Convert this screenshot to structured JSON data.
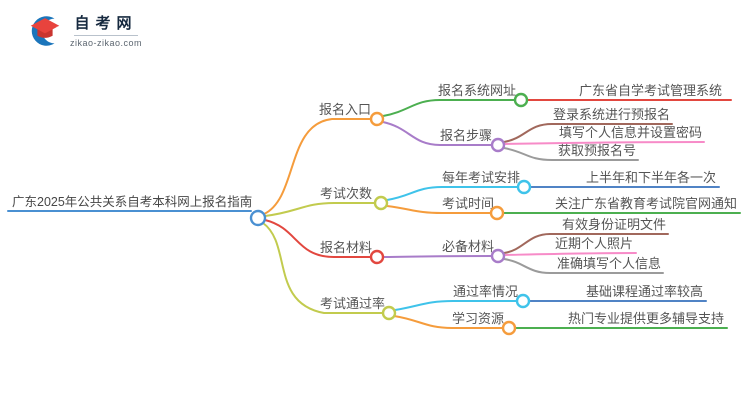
{
  "logo": {
    "site_name": "自考网",
    "site_url": "zikao-zikao.com"
  },
  "colors": {
    "root_blue": "#4a90d2",
    "orange": "#f59c3c",
    "olive": "#c2cb4e",
    "red": "#e2473f",
    "green": "#4caf50",
    "purple": "#a87cc9",
    "cyan": "#3fc3ea",
    "blue": "#5083c5",
    "brown": "#a1685c",
    "pink": "#f78bc8",
    "gray": "#9b9b9b",
    "logo_blue": "#1b75bb",
    "logo_red": "#e8433d",
    "logo_red_dark": "#c93530"
  },
  "mindmap": {
    "root": "广东2025年公共关系自考本科网上报名指南",
    "branches": [
      {
        "label": "报名入口",
        "children": [
          {
            "label": "报名系统网址",
            "leaves": [
              "广东省自学考试管理系统"
            ]
          },
          {
            "label": "报名步骤",
            "leaves": [
              "登录系统进行预报名",
              "填写个人信息并设置密码",
              "获取预报名号"
            ]
          }
        ]
      },
      {
        "label": "考试次数",
        "children": [
          {
            "label": "每年考试安排",
            "leaves": [
              "上半年和下半年各一次"
            ]
          },
          {
            "label": "考试时间",
            "leaves": [
              "关注广东省教育考试院官网通知"
            ]
          }
        ]
      },
      {
        "label": "报名材料",
        "children": [
          {
            "label": "必备材料",
            "leaves": [
              "有效身份证明文件",
              "近期个人照片",
              "准确填写个人信息"
            ]
          }
        ]
      },
      {
        "label": "考试通过率",
        "children": [
          {
            "label": "通过率情况",
            "leaves": [
              "基础课程通过率较高"
            ]
          },
          {
            "label": "学习资源",
            "leaves": [
              "热门专业提供更多辅导支持"
            ]
          }
        ]
      }
    ]
  }
}
